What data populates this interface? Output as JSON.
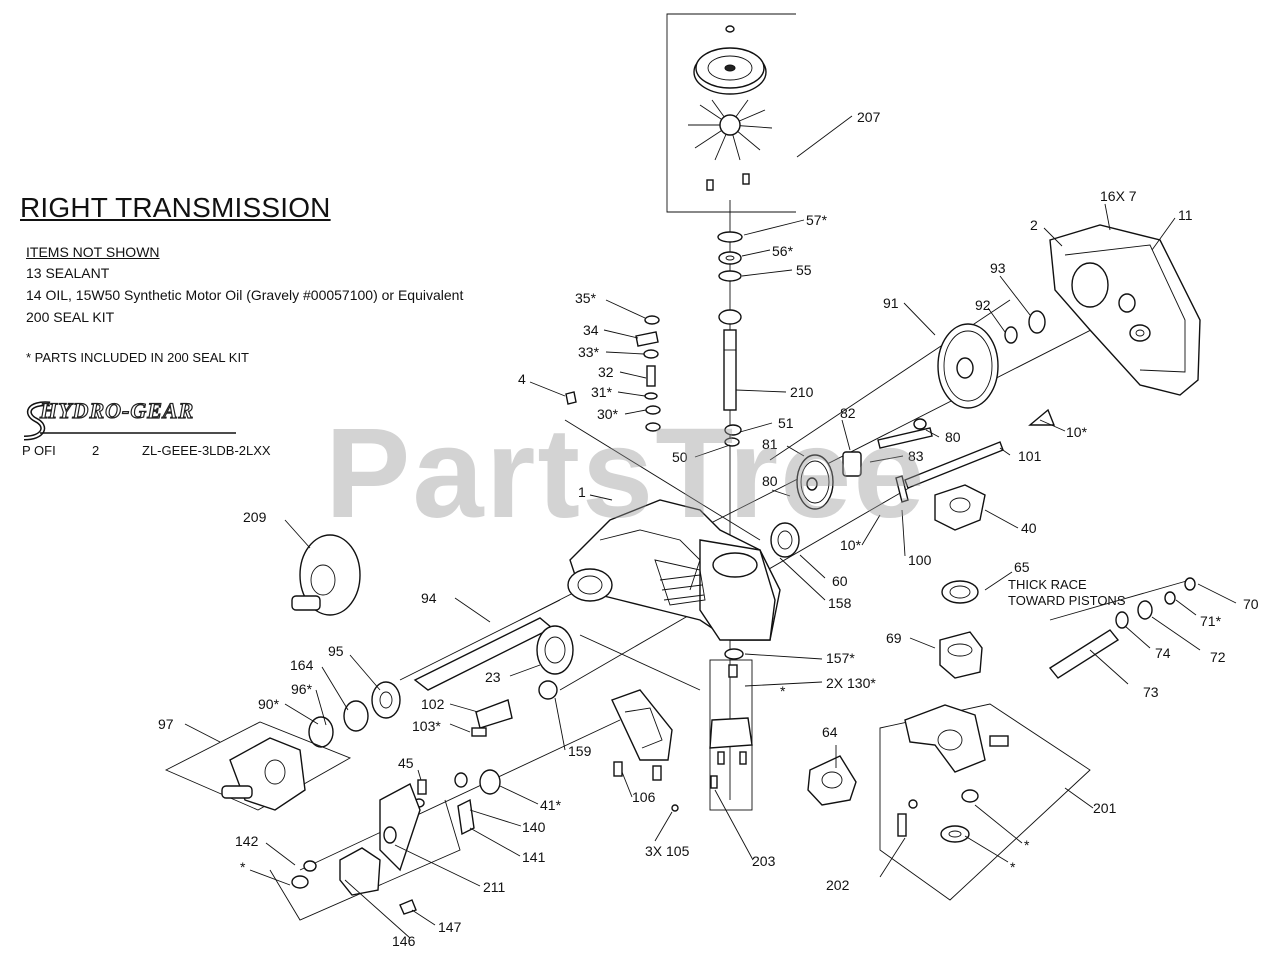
{
  "title": "RIGHT TRANSMISSION",
  "items_not_shown": {
    "heading": "ITEMS NOT SHOWN",
    "lines": [
      "13 SEALANT",
      "14 OIL, 15W50 Synthetic Motor Oil (Gravely #00057100) or Equivalent",
      "200 SEAL KIT"
    ]
  },
  "note": "* PARTS INCLUDED IN 200 SEAL KIT",
  "logo_text": "HYDRO-GEAR",
  "reference": {
    "a": "P OFI",
    "b": "2",
    "c": "ZL-GEEE-3LDB-2LXX"
  },
  "watermark": "PartsTree",
  "callouts": {
    "c207": "207",
    "c57": "57*",
    "c56": "56*",
    "c55": "55",
    "c16x7": "16X 7",
    "c11": "11",
    "c2": "2",
    "c93": "93",
    "c92": "92",
    "c91": "91",
    "c35": "35*",
    "c34": "34",
    "c33": "33*",
    "c32": "32",
    "c31": "31*",
    "c30": "30*",
    "c4": "4",
    "c210": "210",
    "c82": "82",
    "c80a": "80",
    "c10a": "10*",
    "c51": "51",
    "c50": "50",
    "c81": "81",
    "c83": "83",
    "c101": "101",
    "c80b": "80",
    "c1": "1",
    "c40": "40",
    "c10b": "10*",
    "c100": "100",
    "c209": "209",
    "c60": "60",
    "c158": "158",
    "c65": "65",
    "c65note1": "THICK RACE",
    "c65note2": "TOWARD PISTONS",
    "c94": "94",
    "c70": "70",
    "c71": "71*",
    "c72": "72",
    "c74": "74",
    "c69": "69",
    "c157": "157*",
    "c95": "95",
    "c164": "164",
    "c23": "23",
    "c130": "2X 130*",
    "c73": "73",
    "c96": "96*",
    "c90": "90*",
    "c102": "102",
    "c103": "103*",
    "c97": "97",
    "c159": "159",
    "c64": "64",
    "c201": "201",
    "c45": "45",
    "c41": "41*",
    "c106": "106",
    "c140": "140",
    "c142": "142",
    "c141": "141",
    "c105": "3X 105",
    "c203": "203",
    "c202": "202",
    "c211": "211",
    "cstar1": "*",
    "cstar2": "*",
    "cstar3": "*",
    "cstar4": "*",
    "c146": "146",
    "c147": "147"
  }
}
